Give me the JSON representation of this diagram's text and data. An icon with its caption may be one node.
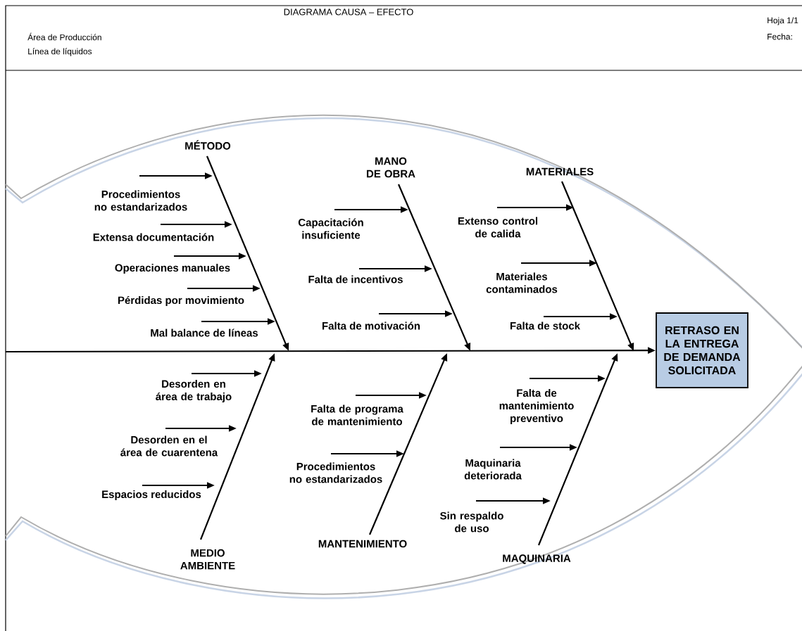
{
  "diagram": {
    "title": "DIAGRAMA CAUSA – EFECTO",
    "nodes": [
      {
        "text": [
          "MÉTODO"
        ]
      },
      {
        "text": [
          "Procedimientos no estandarizados"
        ]
      },
      {
        "text": [
          "Extensa documentación"
        ]
      },
      {
        "text": [
          "Operaciones manuales"
        ]
      },
      {
        "text": [
          "Pérdidas por movimiento"
        ]
      },
      {
        "text": [
          "Mal balance de líneas"
        ]
      },
      {
        "text": [
          "MANO DE OBRA"
        ]
      },
      {
        "text": [
          "Capacitación insuficiente"
        ]
      },
      {
        "text": [
          "Falta de incentivos"
        ]
      },
      {
        "text": [
          "Falta de motivación"
        ]
      },
      {
        "text": [
          "MATERIALES"
        ]
      },
      {
        "text": [
          "Extenso control de calida"
        ]
      },
      {
        "text": [
          "Materiales contaminados"
        ]
      },
      {
        "text": [
          "Falta de stock"
        ]
      },
      {
        "text": [
          "RETRASO EN LA ENTREGA DE DEMANDA SOLICITADA"
        ]
      },
      {
        "text": [
          "MEDIO AMBIENTE"
        ]
      },
      {
        "text": [
          "Desorden en área de trabajo"
        ]
      },
      {
        "text": [
          "Desorden en el área de cuarentena"
        ]
      },
      {
        "text": [
          "Espacios reducidos"
        ]
      },
      {
        "text": [
          "MANTENIMIENTO"
        ]
      },
      {
        "text": [
          "Falta de programa de mantenimiento"
        ]
      },
      {
        "text": [
          "Procedimientos no estandarizados"
        ]
      },
      {
        "text": [
          "MAQUINARIA"
        ]
      },
      {
        "text": [
          "Falta de mantenimiento preventivo"
        ]
      },
      {
        "text": [
          "Maquinaria deteriorada"
        ]
      },
      {
        "text": [
          "Sin respaldo de uso"
        ]
      }
    ],
    "edges": [
      {
        "from": null,
        "to": 14,
        "arrow": "to"
      },
      {
        "from": 0,
        "to": null,
        "arrow": "to"
      },
      {
        "from": 1,
        "to": null,
        "arrow": "to"
      },
      {
        "from": 2,
        "to": null,
        "arrow": "to"
      },
      {
        "from": 3,
        "to": null,
        "arrow": "to"
      },
      {
        "from": 4,
        "to": null,
        "arrow": "to"
      },
      {
        "from": 5,
        "to": null,
        "arrow": "to"
      },
      {
        "from": 6,
        "to": null,
        "arrow": "to"
      },
      {
        "from": 7,
        "to": null,
        "arrow": "to"
      },
      {
        "from": 8,
        "to": null,
        "arrow": "to"
      },
      {
        "from": 9,
        "to": null,
        "arrow": "to"
      },
      {
        "from": 10,
        "to": null,
        "arrow": "to"
      },
      {
        "from": 11,
        "to": null,
        "arrow": "to"
      },
      {
        "from": 12,
        "to": null,
        "arrow": "to"
      },
      {
        "from": 13,
        "to": null,
        "arrow": "to"
      },
      {
        "from": 15,
        "to": null,
        "arrow": "to"
      },
      {
        "from": 16,
        "to": null,
        "arrow": "to"
      },
      {
        "from": 17,
        "to": null,
        "arrow": "to"
      },
      {
        "from": 18,
        "to": null,
        "arrow": "to"
      },
      {
        "from": 19,
        "to": null,
        "arrow": "to"
      },
      {
        "from": 20,
        "to": null,
        "arrow": "to"
      },
      {
        "from": 21,
        "to": null,
        "arrow": "to"
      },
      {
        "from": 22,
        "to": null,
        "arrow": "to"
      },
      {
        "from": 23,
        "to": null,
        "arrow": "to"
      },
      {
        "from": 24,
        "to": null,
        "arrow": "to"
      },
      {
        "from": 25,
        "to": null,
        "arrow": "to"
      }
    ],
    "labels": [
      "Área de Producción",
      "Línea de líquidos",
      "Hoja 1/1",
      "Fecha:"
    ]
  }
}
